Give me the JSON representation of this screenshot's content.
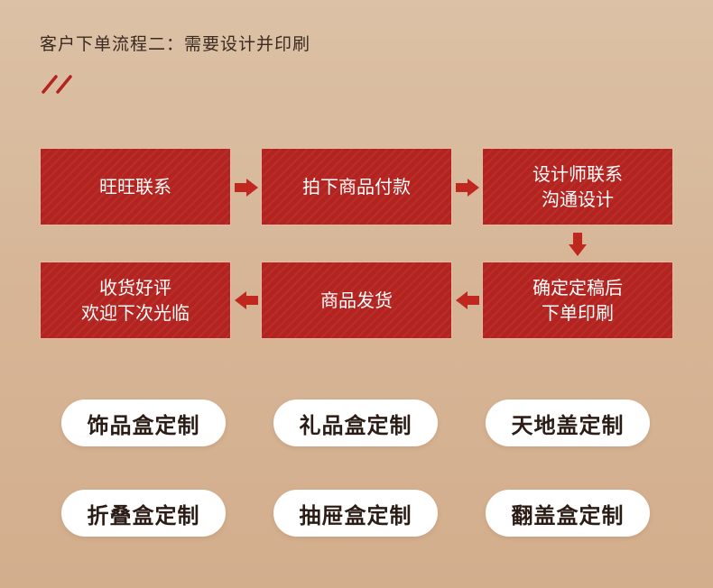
{
  "header": {
    "title": "客户下单流程二：需要设计并印刷"
  },
  "colors": {
    "step_bg": "#b3231f",
    "arrow": "#c0281f",
    "text_dark": "#3a2a22",
    "background": "#d6b596"
  },
  "steps": [
    {
      "line1": "旺旺联系",
      "line2": ""
    },
    {
      "line1": "拍下商品付款",
      "line2": ""
    },
    {
      "line1": "设计师联系",
      "line2": "沟通设计"
    },
    {
      "line1": "确定定稿后",
      "line2": "下单印刷"
    },
    {
      "line1": "商品发货",
      "line2": ""
    },
    {
      "line1": "收货好评",
      "line2": "欢迎下次光临"
    }
  ],
  "products": [
    {
      "label": "饰品盒定制"
    },
    {
      "label": "礼品盒定制"
    },
    {
      "label": "天地盖定制"
    },
    {
      "label": "折叠盒定制"
    },
    {
      "label": "抽屉盒定制"
    },
    {
      "label": "翻盖盒定制"
    }
  ]
}
